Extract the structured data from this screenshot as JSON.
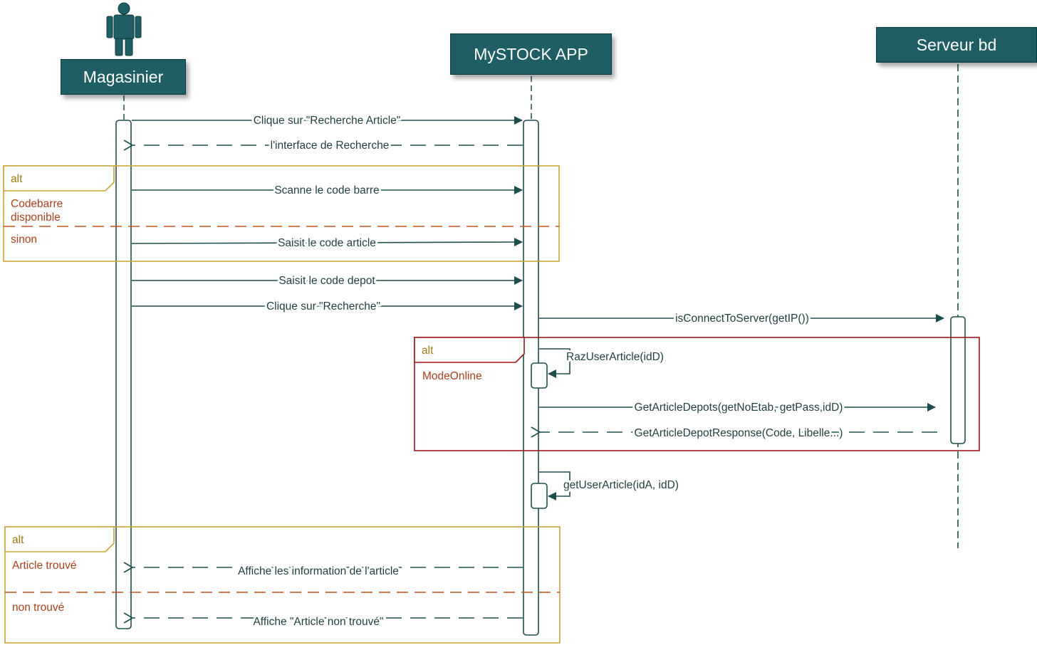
{
  "participants": {
    "magasinier": "Magasinier",
    "app": "MySTOCK APP",
    "server": "Serveur bd"
  },
  "messages": {
    "m1": "Clique sur \"Recherche Article\"",
    "m2": "l'interface de Recherche",
    "m3": "Scanne le code barre",
    "m4": "Saisit le code article",
    "m5": "Saisit le code depot",
    "m6": "Clique sur \"Recherche\"",
    "m7": "isConnectToServer(getIP())",
    "m8": "RazUserArticle(idD)",
    "m9": "GetArticleDepots(getNoEtab, getPass,idD)",
    "m10": "GetArticleDepotResponse(Code, Libelle...)",
    "m11": "getUserArticle(idA, idD)",
    "m12": "Affiche les information de l'article",
    "m13": "Affiche \"Article non trouvé\""
  },
  "fragments": {
    "alt1": {
      "operator": "alt",
      "guard1_line1": "Codebarre",
      "guard1_line2": "disponible",
      "guard2": "sinon"
    },
    "alt2": {
      "operator": "alt",
      "guard1": "ModeOnline"
    },
    "alt3": {
      "operator": "alt",
      "guard1": "Article trouvé",
      "guard2": "non trouvé"
    }
  },
  "colors": {
    "header_fill": "#1f5e63",
    "line": "#1f4f4c",
    "alt_frame_gold": "#c9a53a",
    "alt_frame_red": "#a01818",
    "guard_separator": "#c0551e"
  },
  "icons": {
    "actor": "actor-icon"
  }
}
